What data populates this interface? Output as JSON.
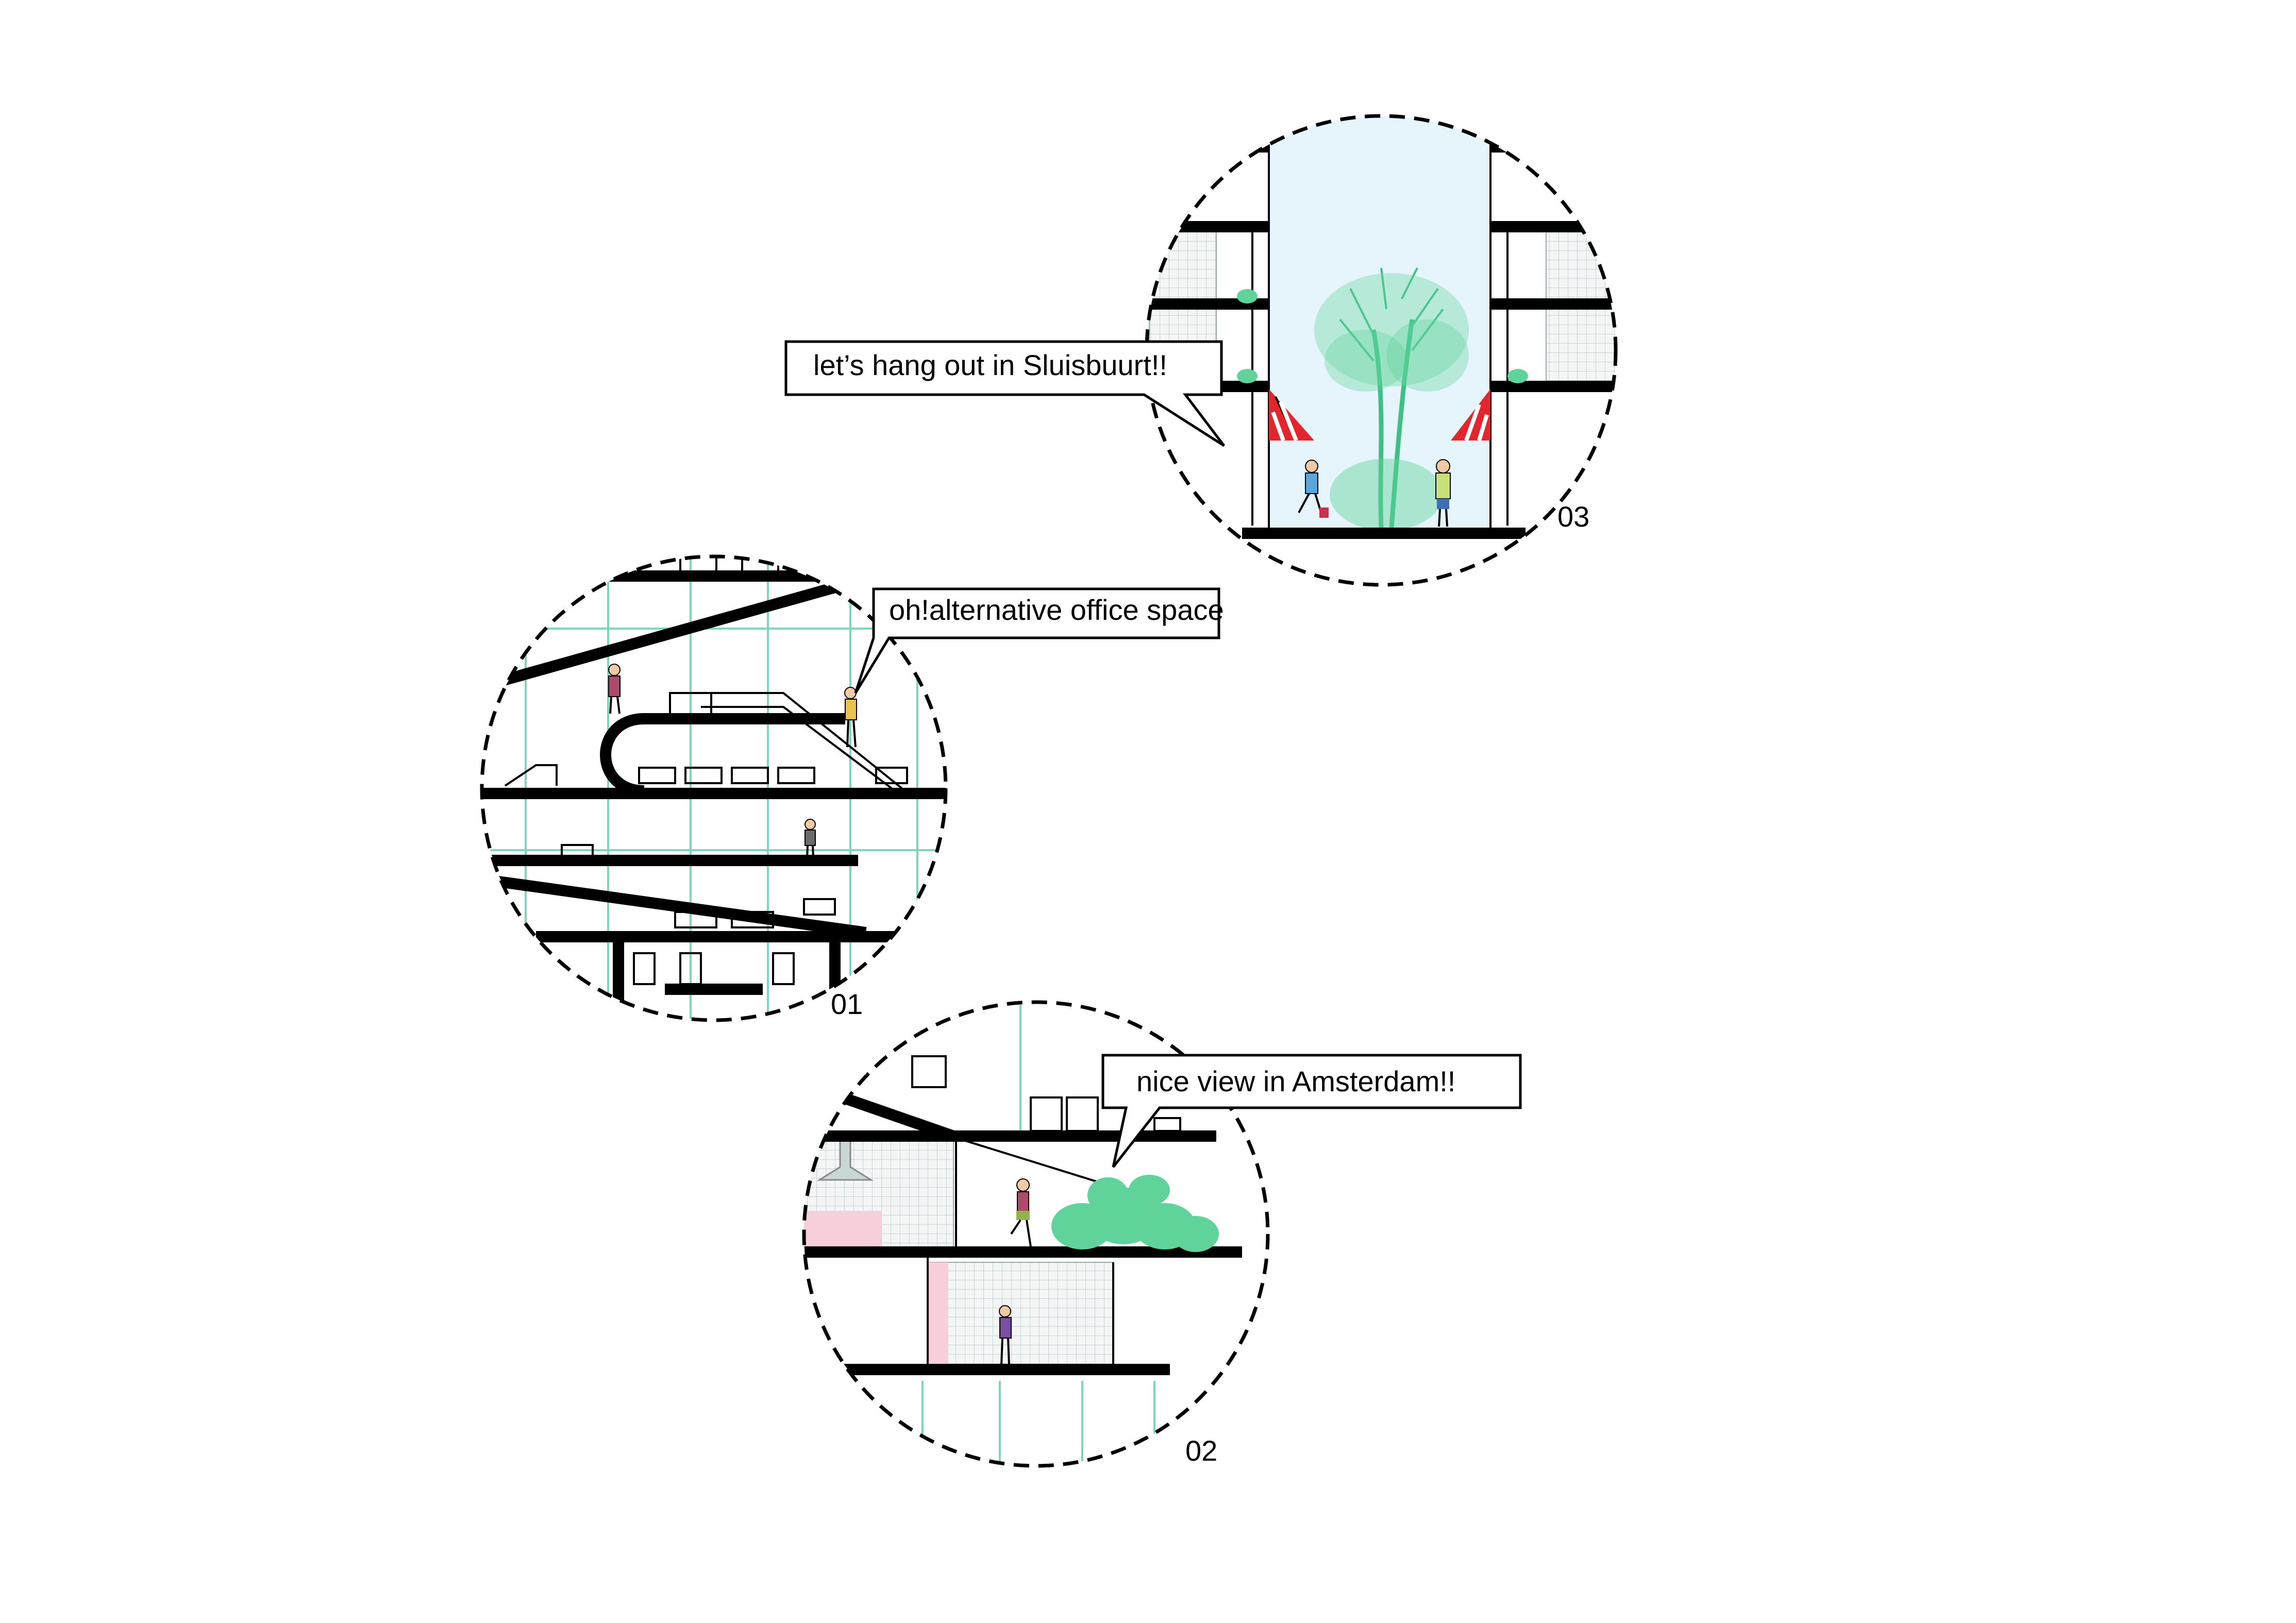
{
  "vignettes": [
    {
      "id": "01",
      "label": "01",
      "speech": "oh!alternative office space"
    },
    {
      "id": "02",
      "label": "02",
      "speech": "nice view in Amsterdam!!"
    },
    {
      "id": "03",
      "label": "03",
      "speech": "let’s hang out in Sluisbuurt!!"
    }
  ],
  "colors": {
    "line": "#000000",
    "glass": "#7fd3c0",
    "sky": "#e6f4fb",
    "greenery": "#5fd39a",
    "awning_red": "#e3262d",
    "wall_pink": "#f6cfd9"
  }
}
